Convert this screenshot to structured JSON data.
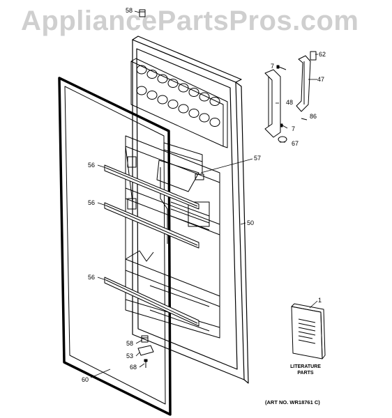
{
  "watermark": "AppliancePartsPros.com",
  "callouts": {
    "c58_top": "58",
    "c7_top": "7",
    "c62": "62",
    "c47": "47",
    "c48": "48",
    "c86": "86",
    "c7_bottom": "7",
    "c67": "67",
    "c57": "57",
    "c56_top": "56",
    "c56_mid": "56",
    "c56_bottom": "56",
    "c50": "50",
    "c1": "1",
    "c58_bottom": "58",
    "c53": "53",
    "c68": "68",
    "c60": "60"
  },
  "literature": {
    "line1": "LITERATURE",
    "line2": "PARTS"
  },
  "art_number": "(ART NO. WR18761 C)"
}
